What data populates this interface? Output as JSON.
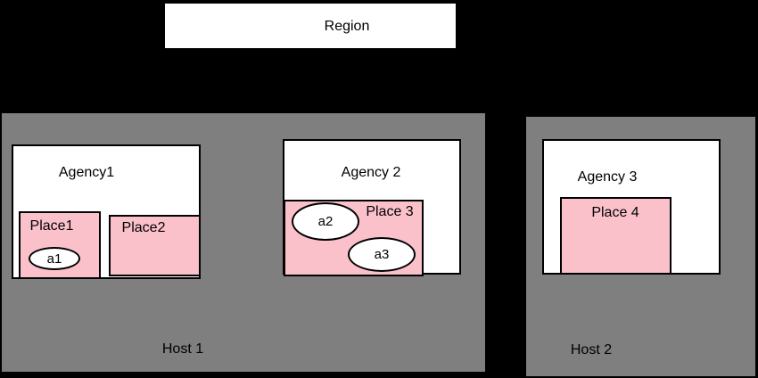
{
  "region": {
    "label": "Region"
  },
  "hosts": [
    {
      "label": "Host 1"
    },
    {
      "label": "Host 2"
    }
  ],
  "agencies": [
    {
      "label": "Agency1"
    },
    {
      "label": "Agency 2"
    },
    {
      "label": "Agency 3"
    }
  ],
  "places": [
    {
      "label": "Place1"
    },
    {
      "label": "Place2"
    },
    {
      "label": "Place 3"
    },
    {
      "label": "Place 4"
    }
  ],
  "agents": [
    {
      "label": "a1"
    },
    {
      "label": "a2"
    },
    {
      "label": "a3"
    }
  ],
  "colors": {
    "background": "#000000",
    "host_fill": "#7f7f7f",
    "agency_fill": "#ffffff",
    "place_fill": "#fbc1cb",
    "region_fill": "#ffffff",
    "agent_fill": "#ffffff",
    "border": "#000000",
    "text": "#000000"
  }
}
